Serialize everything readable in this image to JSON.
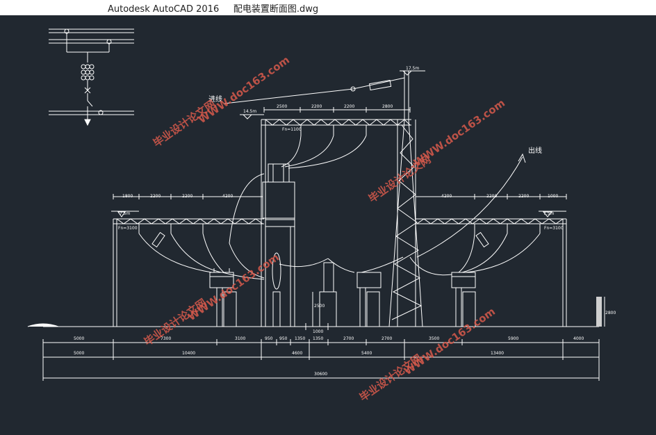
{
  "window": {
    "title": "Autodesk AutoCAD 2016     配电装置断面图.dwg"
  },
  "drawing": {
    "elevations": {
      "top_mast": "17.5m",
      "portal_center": "14.5m",
      "portal_left": "7.5m",
      "portal_right": "7.5m"
    },
    "labels": {
      "incoming_line": "进线",
      "outgoing_line": "出线",
      "fn_center": "Fn=1100",
      "fn_left": "Fn=3100",
      "fn_right": "Fn=3100",
      "h_2500": "2500",
      "h_2800": "2800",
      "d_1000": "1000"
    },
    "top_dims": [
      "2500",
      "2200",
      "2200",
      "2800"
    ],
    "left_dims": [
      "1800",
      "2200",
      "2200",
      "4200"
    ],
    "right_dims": [
      "4200",
      "2200",
      "2200",
      "1000"
    ],
    "bottom_row1": [
      "5000",
      "7300",
      "3100",
      "950",
      "950",
      "1350",
      "1350",
      "2700",
      "2700",
      "3500",
      "5900",
      "4000"
    ],
    "bottom_row2": [
      "5000",
      "10400",
      "4600",
      "5400",
      "13400"
    ],
    "bottom_total": "30600",
    "watermarks": [
      "毕业设计论文网",
      "WWW.doc163.com"
    ]
  },
  "colors": {
    "background": "#212830",
    "lines": "#ffffff",
    "watermark": "#d85a4c"
  }
}
